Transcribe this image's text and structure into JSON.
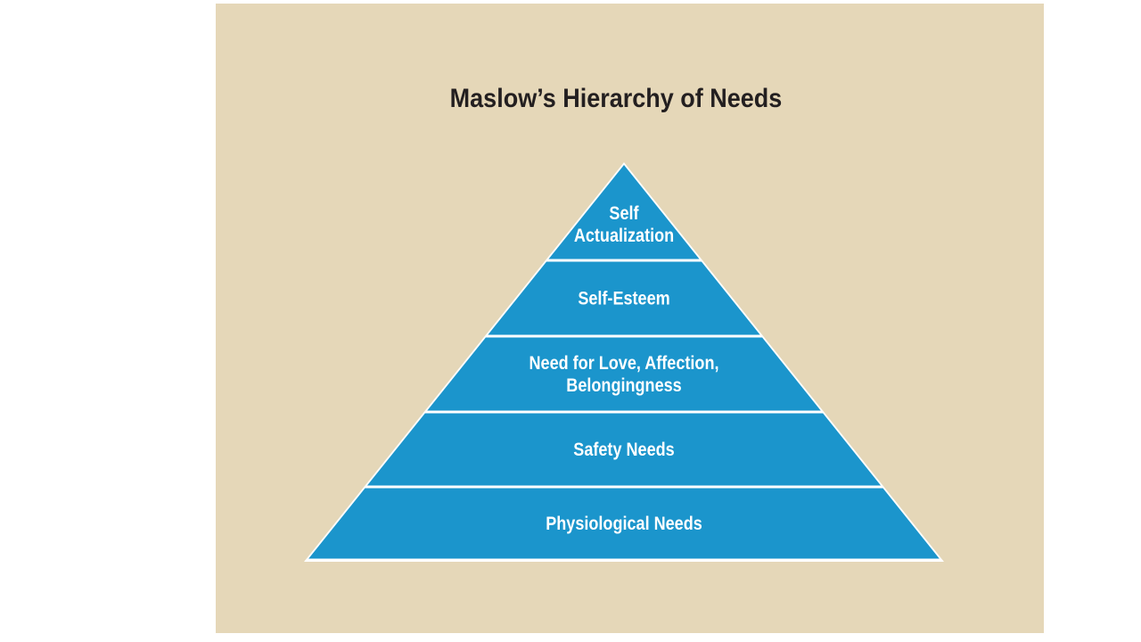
{
  "title": "Maslow’s Hierarchy of Needs",
  "colors": {
    "background": "#e5d7b8",
    "tier_fill": "#1b95cc",
    "tier_text": "#ffffff",
    "title": "#231f20"
  },
  "tiers": [
    {
      "lines": [
        "Self",
        "Actualization"
      ]
    },
    {
      "lines": [
        "Self-Esteem"
      ]
    },
    {
      "lines": [
        "Need for Love, Affection,",
        "Belongingness"
      ]
    },
    {
      "lines": [
        "Safety Needs"
      ]
    },
    {
      "lines": [
        "Physiological Needs"
      ]
    }
  ]
}
